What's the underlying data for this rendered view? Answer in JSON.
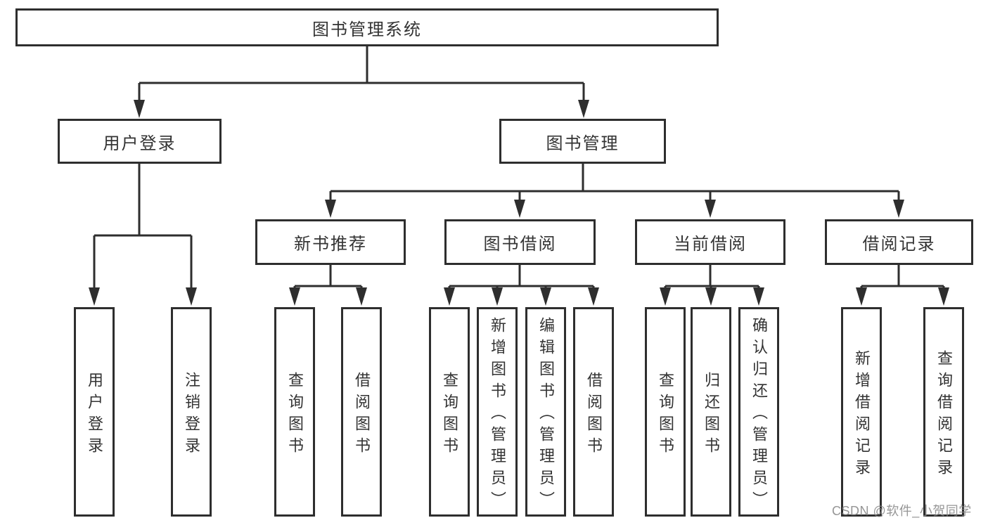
{
  "colors": {
    "background": "#ffffff",
    "stroke": "#2e2e2e",
    "text": "#333333",
    "watermark": "#878787"
  },
  "tree": {
    "root": {
      "label": "图书管理系统",
      "children": [
        {
          "label": "用户登录",
          "children": [
            {
              "label": "用户登录"
            },
            {
              "label": "注销登录"
            }
          ]
        },
        {
          "label": "图书管理",
          "children": [
            {
              "label": "新书推荐",
              "children": [
                {
                  "label": "查询图书"
                },
                {
                  "label": "借阅图书"
                }
              ]
            },
            {
              "label": "图书借阅",
              "children": [
                {
                  "label": "查询图书"
                },
                {
                  "label": "新增图书（管理员）"
                },
                {
                  "label": "编辑图书（管理员）"
                },
                {
                  "label": "借阅图书"
                }
              ]
            },
            {
              "label": "当前借阅",
              "children": [
                {
                  "label": "查询图书"
                },
                {
                  "label": "归还图书"
                },
                {
                  "label": "确认归还（管理员）"
                }
              ]
            },
            {
              "label": "借阅记录",
              "children": [
                {
                  "label": "新增借阅记录"
                },
                {
                  "label": "查询借阅记录"
                }
              ]
            }
          ]
        }
      ]
    }
  },
  "watermark": {
    "text": "CSDN @软件_小贺同学"
  }
}
